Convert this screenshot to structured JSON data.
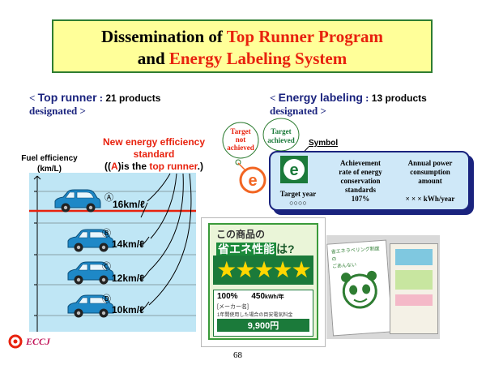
{
  "title": {
    "line1_a": "Dissemination of ",
    "line1_b": "Top Runner Program",
    "line2_a": "and ",
    "line2_b": "Energy Labeling System"
  },
  "top_runner": {
    "open": "< ",
    "name": "Top runner",
    "colon": " : ",
    "count": "21 products",
    "designated": "designated >"
  },
  "energy_labeling": {
    "open": "< ",
    "name": "Energy labeling",
    "colon": " : ",
    "count": "13 products",
    "designated": "designated >"
  },
  "chart": {
    "ylabel_line1": "Fuel efficiency",
    "ylabel_line2": "(km/L)",
    "note_line1": "New energy efficiency",
    "note_line2": "standard",
    "note_line3_a": "((",
    "note_line3_b": "A",
    "note_line3_c": ")is the ",
    "note_line3_d": "top runner",
    "note_line3_e": ".)",
    "cars": [
      {
        "letter": "A",
        "value": "16km/ℓ"
      },
      {
        "letter": "B",
        "value": "14km/ℓ"
      },
      {
        "letter": "C",
        "value": "12km/ℓ"
      },
      {
        "letter": "D",
        "value": "10km/ℓ"
      }
    ]
  },
  "labeling": {
    "not_achieved_1": "Target",
    "not_achieved_2": "not",
    "not_achieved_3": "achieved",
    "achieved_1": "Target",
    "achieved_2": "achieved",
    "symbol_label": "Symbol",
    "col1_line1": "Achievement",
    "col1_line2": "rate of energy",
    "col1_line3": "conservation",
    "col1_line4": "standards",
    "col1_value": "107%",
    "col2_line1": "Annual power",
    "col2_line2": "consumption",
    "col2_line3": "amount",
    "col2_value": "× × × kWh/year",
    "target_year": "Target year",
    "target_year_value": "○○○○"
  },
  "poster": {
    "line1": "この商品の",
    "line2": "省エネ性能",
    "line2_q": "は?",
    "stars": 5,
    "pct1": "100%",
    "pct2": "450",
    "pct2_unit": "kWh/年",
    "maker": "[メーカー名]",
    "price": "9,900円",
    "note": "1年間使用した場合の目安電気料金"
  },
  "booklet": {
    "title_line1": "省エネラベリング制度の",
    "title_line2": "ごあんない"
  },
  "logo": "ECCJ",
  "page_number": "68",
  "colors": {
    "accent_red": "#e8220e",
    "title_bg": "#ffff99",
    "header_blue": "#1a237e",
    "panel_blue": "#bfe6f5",
    "symbol_green": "#1b7a3a",
    "not_achieved_orange": "#f26522"
  }
}
